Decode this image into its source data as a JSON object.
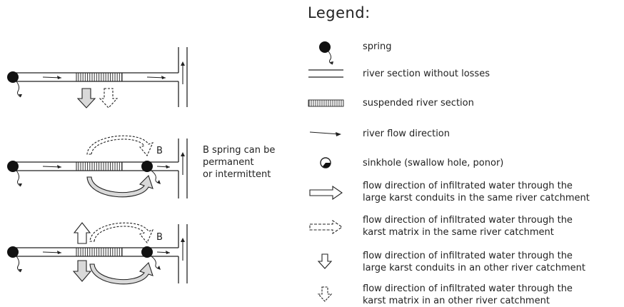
{
  "legend": {
    "title": "Legend:",
    "items": [
      {
        "symbol": "spring",
        "text": "spring"
      },
      {
        "symbol": "river-section-without-losses",
        "text": "river section without losses"
      },
      {
        "symbol": "suspended-river-section",
        "text": "suspended river section"
      },
      {
        "symbol": "river-flow-direction",
        "text": "river flow direction"
      },
      {
        "symbol": "sinkhole",
        "text": "sinkhole (swallow hole, ponor)"
      },
      {
        "symbol": "conduit-same-catchment",
        "text_line1": "flow direction of infiltrated water through the",
        "text_line2": "large karst conduits in the same river catchment"
      },
      {
        "symbol": "matrix-same-catchment",
        "text_line1": "flow direction of infiltrated water through the",
        "text_line2": "karst matrix in the same river catchment"
      },
      {
        "symbol": "conduit-other-catchment",
        "text_line1": "flow direction of infiltrated water through the",
        "text_line2": "large karst conduits in an other river catchment"
      },
      {
        "symbol": "matrix-other-catchment",
        "text_line1": "flow direction of infiltrated water through the",
        "text_line2": "karst matrix in an other river catchment"
      }
    ]
  },
  "diagrams": {
    "spring_label": "B",
    "note_line1": "B spring can be",
    "note_line2": "permanent",
    "note_line3": "or intermittent"
  }
}
